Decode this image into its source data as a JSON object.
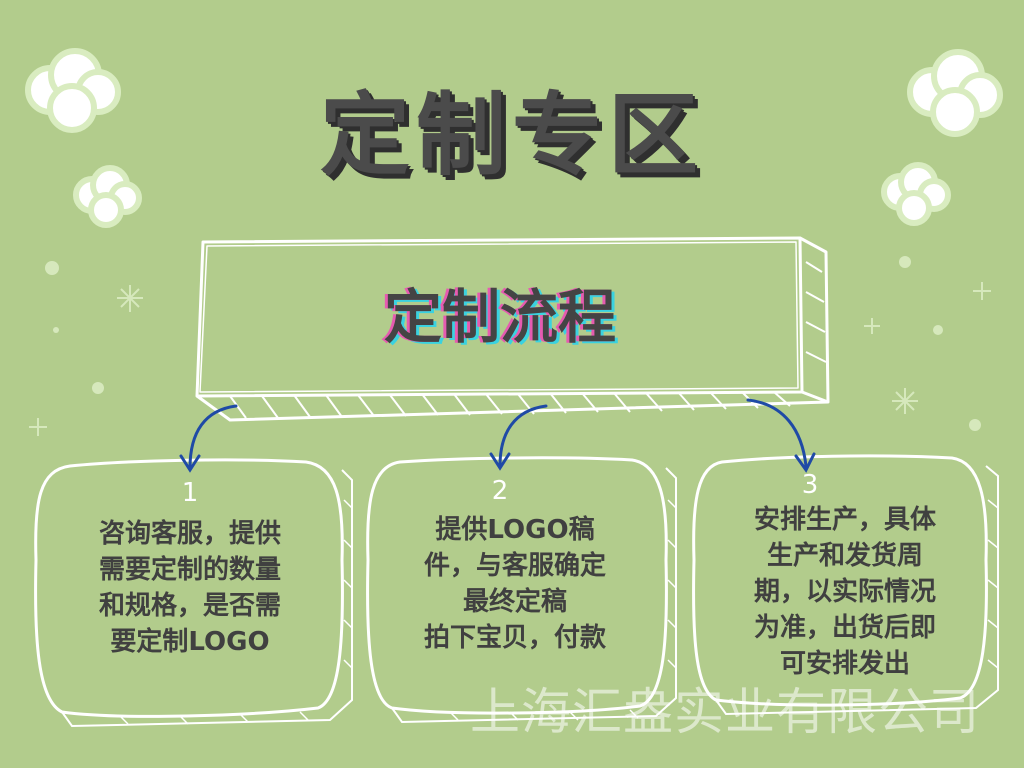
{
  "title": "定制专区",
  "banner": {
    "label": "定制流程"
  },
  "steps": [
    {
      "number": "1",
      "text": "咨询客服，提供\n需要定制的数量\n和规格，是否需\n要定制LOGO"
    },
    {
      "number": "2",
      "text": "提供LOGO稿\n件，与客服确定\n最终定稿\n拍下宝贝，付款"
    },
    {
      "number": "3",
      "text": "安排生产，具体\n生产和发货周\n期，以实际情况\n为准，出货后即\n可安排发出"
    }
  ],
  "watermark": "上海汇盎实业有限公司",
  "colors": {
    "background": "#b2cc8c",
    "title": "#4b4b4b",
    "arrow": "#1f4aa6",
    "outline": "#ffffff"
  }
}
